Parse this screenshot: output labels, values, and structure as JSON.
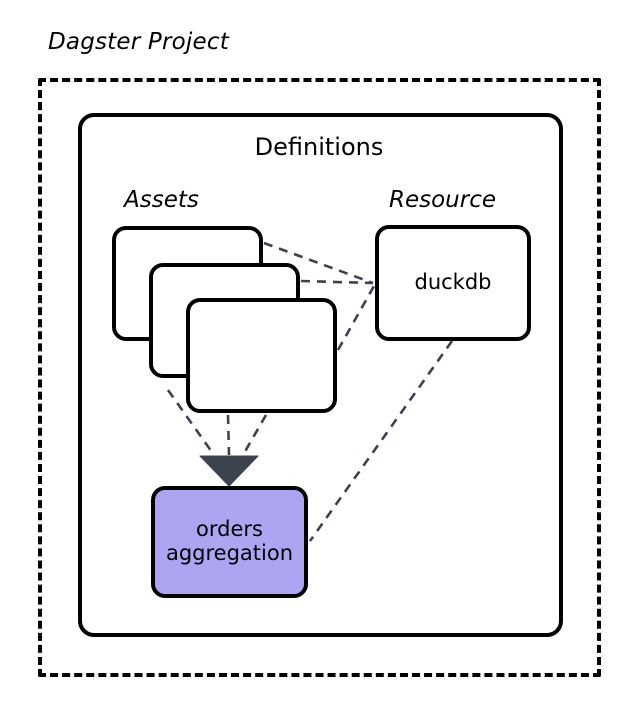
{
  "diagram": {
    "type": "architecture-diagram",
    "title": "Dagster Project",
    "container_label": "Definitions",
    "groups": [
      {
        "name": "assets-group",
        "label": "Assets"
      },
      {
        "name": "resource-group",
        "label": "Resource"
      }
    ],
    "nodes": [
      {
        "id": "asset-card-1",
        "label": "",
        "kind": "asset",
        "fill": "#ffffff"
      },
      {
        "id": "asset-card-2",
        "label": "",
        "kind": "asset",
        "fill": "#ffffff"
      },
      {
        "id": "asset-card-3",
        "label": "",
        "kind": "asset",
        "fill": "#ffffff"
      },
      {
        "id": "duckdb",
        "label": "duckdb",
        "kind": "resource",
        "fill": "#ffffff"
      },
      {
        "id": "orders-aggregation",
        "label": "orders\naggregation",
        "kind": "asset",
        "fill": "#ada5f2"
      }
    ],
    "edges": [
      {
        "from": "asset-card-1",
        "to": "duckdb",
        "style": "dashed"
      },
      {
        "from": "asset-card-2",
        "to": "duckdb",
        "style": "dashed"
      },
      {
        "from": "asset-card-3",
        "to": "duckdb",
        "style": "dashed"
      },
      {
        "from": "asset-card-1",
        "to": "orders-aggregation",
        "style": "dashed",
        "arrow": "filled-wide"
      },
      {
        "from": "asset-card-2",
        "to": "orders-aggregation",
        "style": "dashed",
        "arrow": "filled-wide"
      },
      {
        "from": "asset-card-3",
        "to": "orders-aggregation",
        "style": "dashed",
        "arrow": "filled-wide"
      },
      {
        "from": "duckdb",
        "to": "orders-aggregation",
        "style": "dashed"
      }
    ],
    "colors": {
      "stroke": "#000000",
      "edge": "#3c434f",
      "arrowhead": "#3c434f",
      "highlight_fill": "#ada5f2",
      "node_fill": "#ffffff",
      "background": "#ffffff"
    }
  }
}
